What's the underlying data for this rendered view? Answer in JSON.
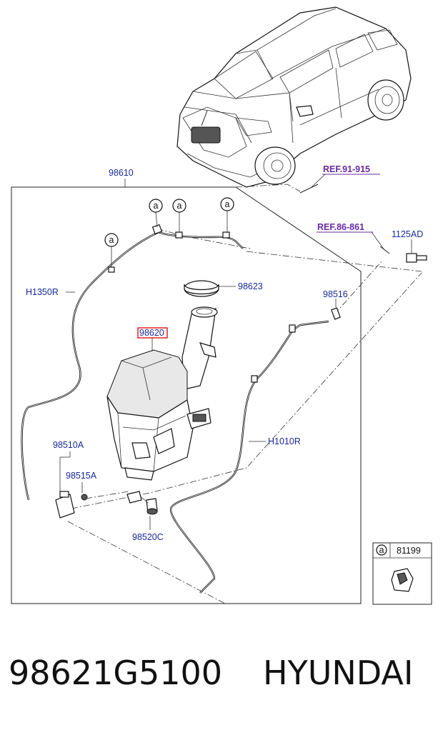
{
  "labels": {
    "assembly": "98610",
    "ref_top": "REF.91-915",
    "ref_mid": "REF.86-861",
    "bolt": "1125AD",
    "hose_left": "H1350R",
    "cap": "98623",
    "nozzle": "98516",
    "reservoir": "98620",
    "hose_right": "H1010R",
    "pump": "98510A",
    "grommet": "98515A",
    "sensor": "98520C",
    "clip_key": "a",
    "clip_part": "81199"
  },
  "callouts": [
    "a",
    "a",
    "a",
    "a"
  ],
  "footer": {
    "part_number": "98621G5100",
    "brand": "HYUNDAI"
  },
  "colors": {
    "label_text": "#1a2a9a",
    "ref_text": "#6a2aa0",
    "highlight_box": "#e00000"
  }
}
